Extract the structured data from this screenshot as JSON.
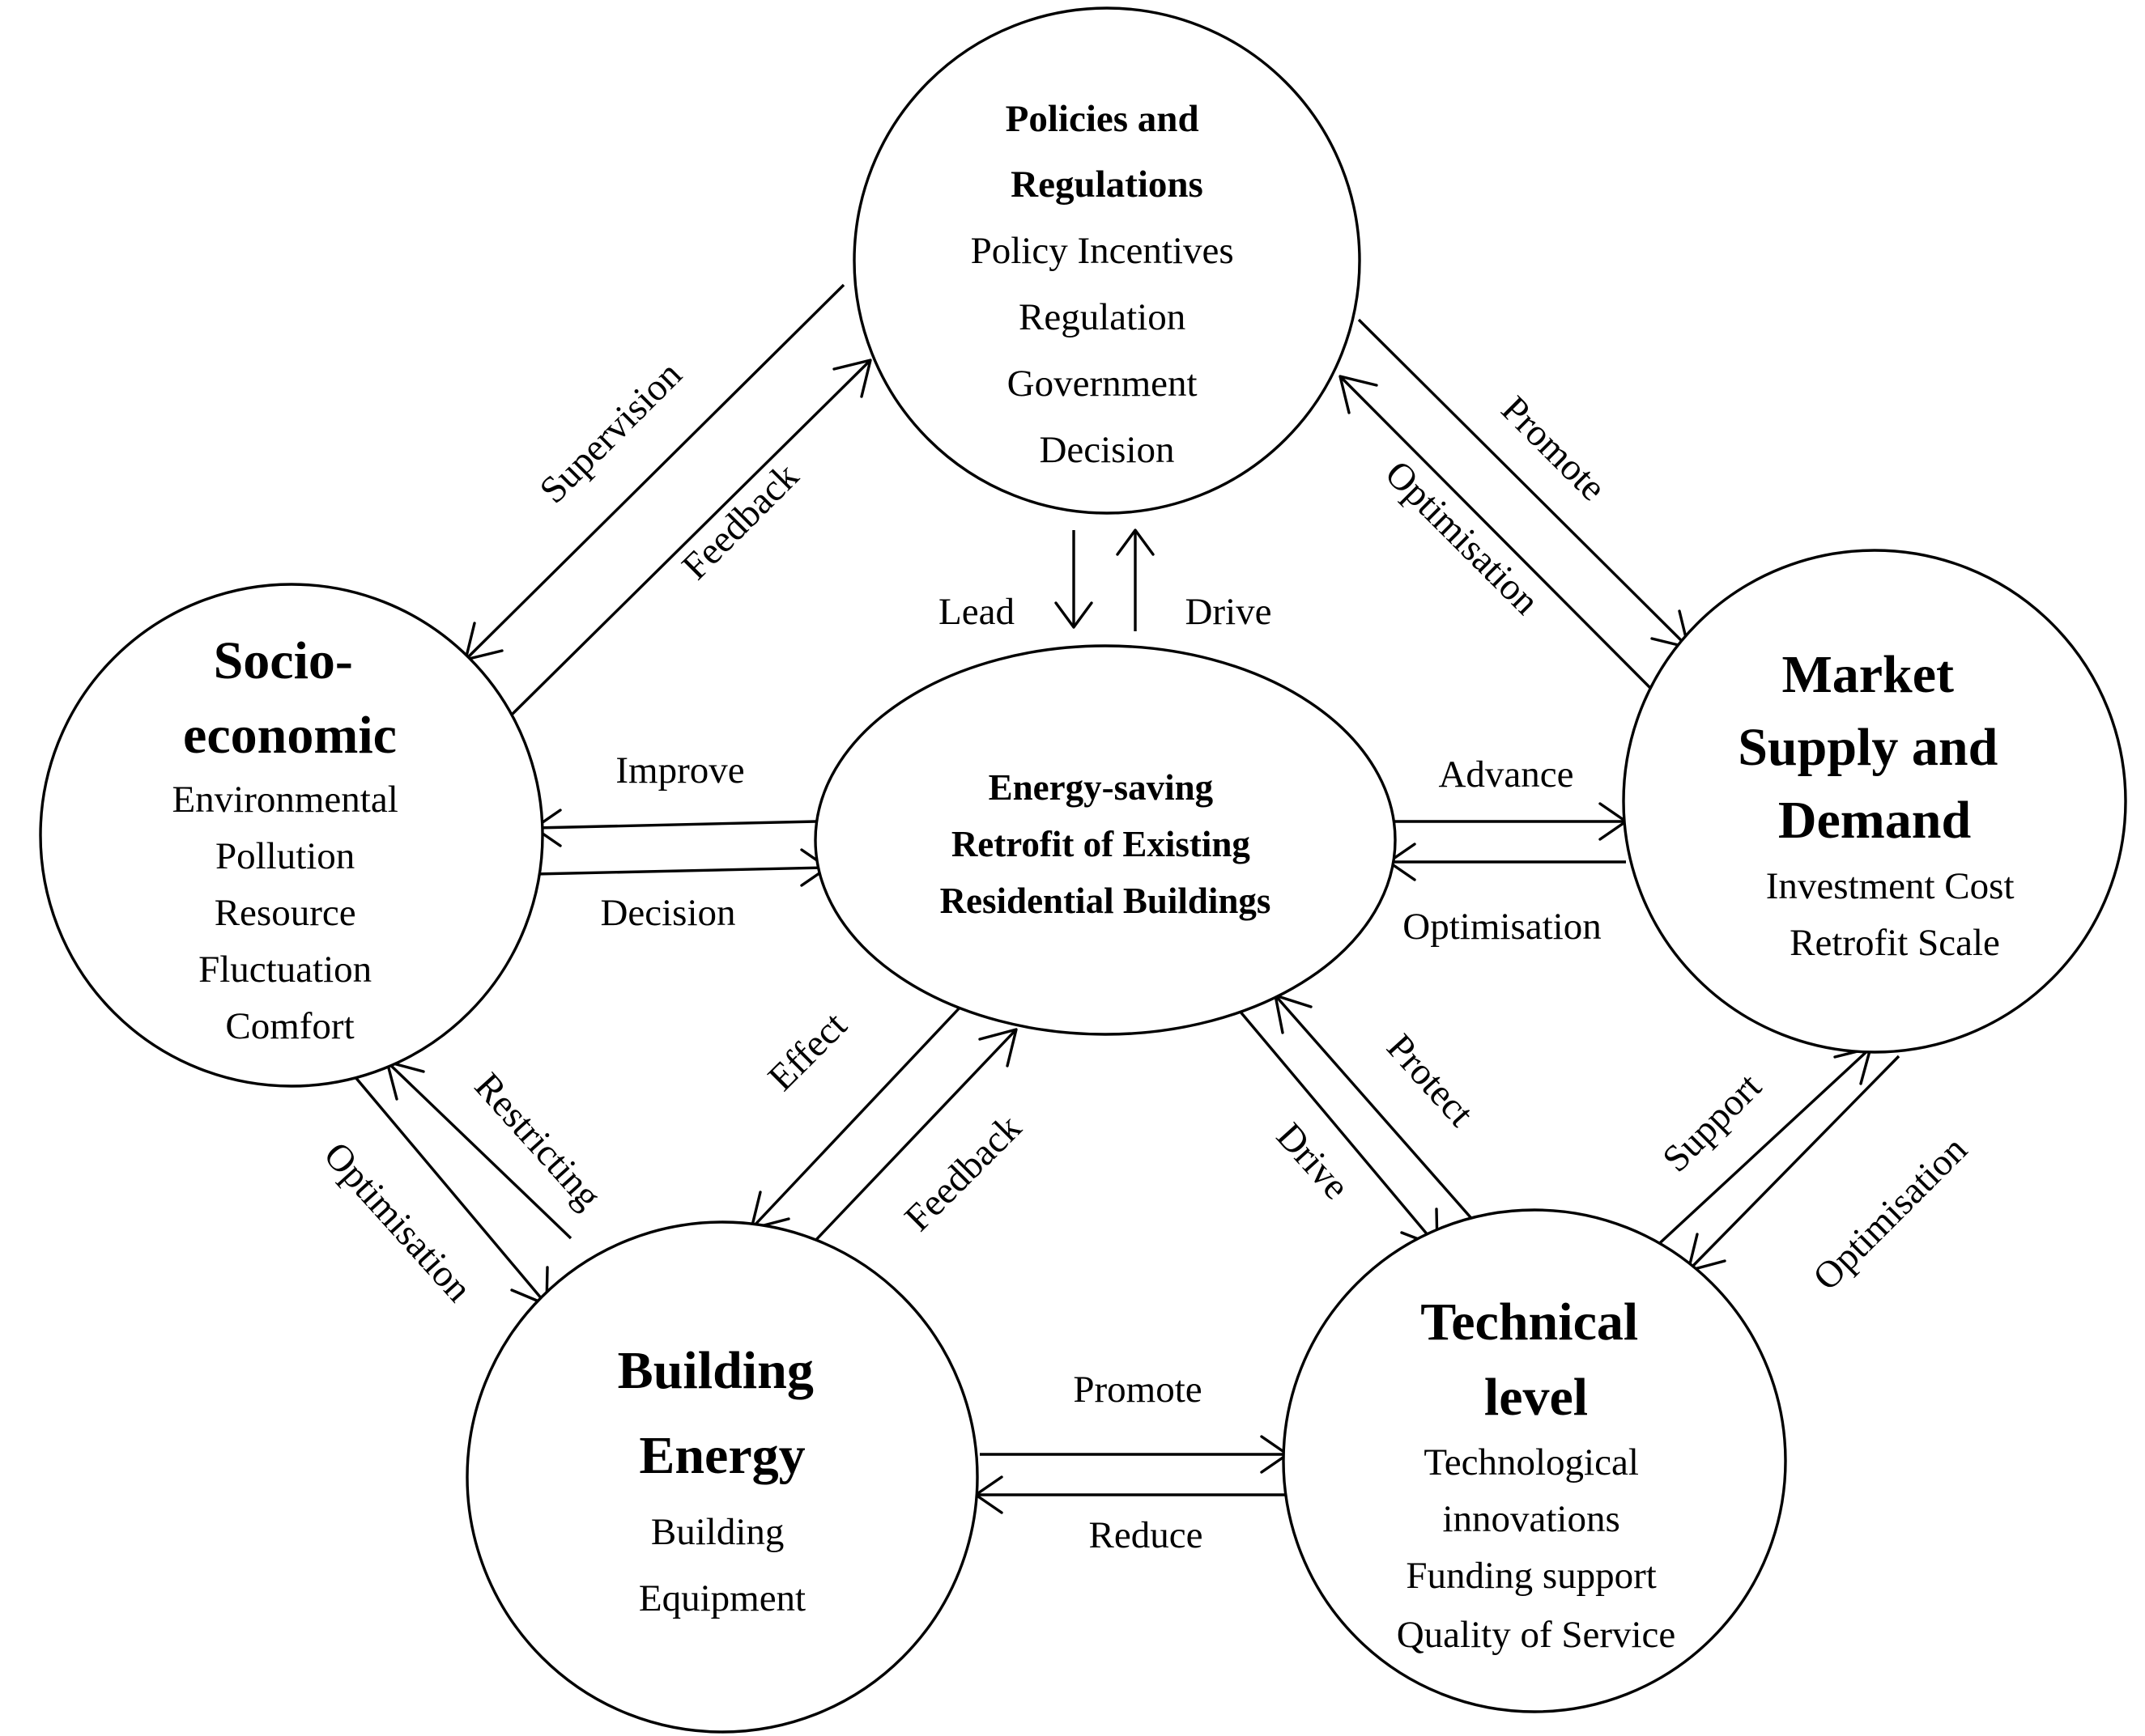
{
  "nodes": {
    "policies": {
      "title": [
        "Policies and",
        "Regulations"
      ],
      "items": [
        "Policy Incentives",
        "Regulation",
        "Government",
        "Decision"
      ]
    },
    "socio": {
      "title": [
        "Socio-",
        "economic"
      ],
      "items": [
        "Environmental",
        "Pollution",
        "Resource",
        "Fluctuation",
        "Comfort"
      ]
    },
    "center": {
      "title": [
        "Energy-saving",
        "Retrofit of Existing",
        "Residential Buildings"
      ]
    },
    "market": {
      "title": [
        "Market",
        "Supply and",
        "Demand"
      ],
      "items": [
        "Investment Cost",
        "Retrofit Scale"
      ]
    },
    "building": {
      "title": [
        "Building",
        "Energy"
      ],
      "items": [
        "Building",
        "Equipment"
      ]
    },
    "technical": {
      "title": [
        "Technical",
        "level"
      ],
      "items": [
        "Technological",
        "innovations",
        "Funding support",
        "Quality of Service"
      ]
    }
  },
  "edges": {
    "supervision": "Supervision",
    "feedback_top": "Feedback",
    "promote_top": "Promote",
    "optimisation_top": "Optimisation",
    "lead": "Lead",
    "drive_top": "Drive",
    "improve": "Improve",
    "decision": "Decision",
    "advance": "Advance",
    "optimisation_mid": "Optimisation",
    "restricting": "Restricting",
    "optimisation_left": "Optimisation",
    "effect": "Effect",
    "feedback_bottom": "Feedback",
    "protect": "Protect",
    "drive_bottom": "Drive",
    "support": "Support",
    "optimisation_right": "Optimisation",
    "promote_bottom": "Promote",
    "reduce": "Reduce"
  }
}
